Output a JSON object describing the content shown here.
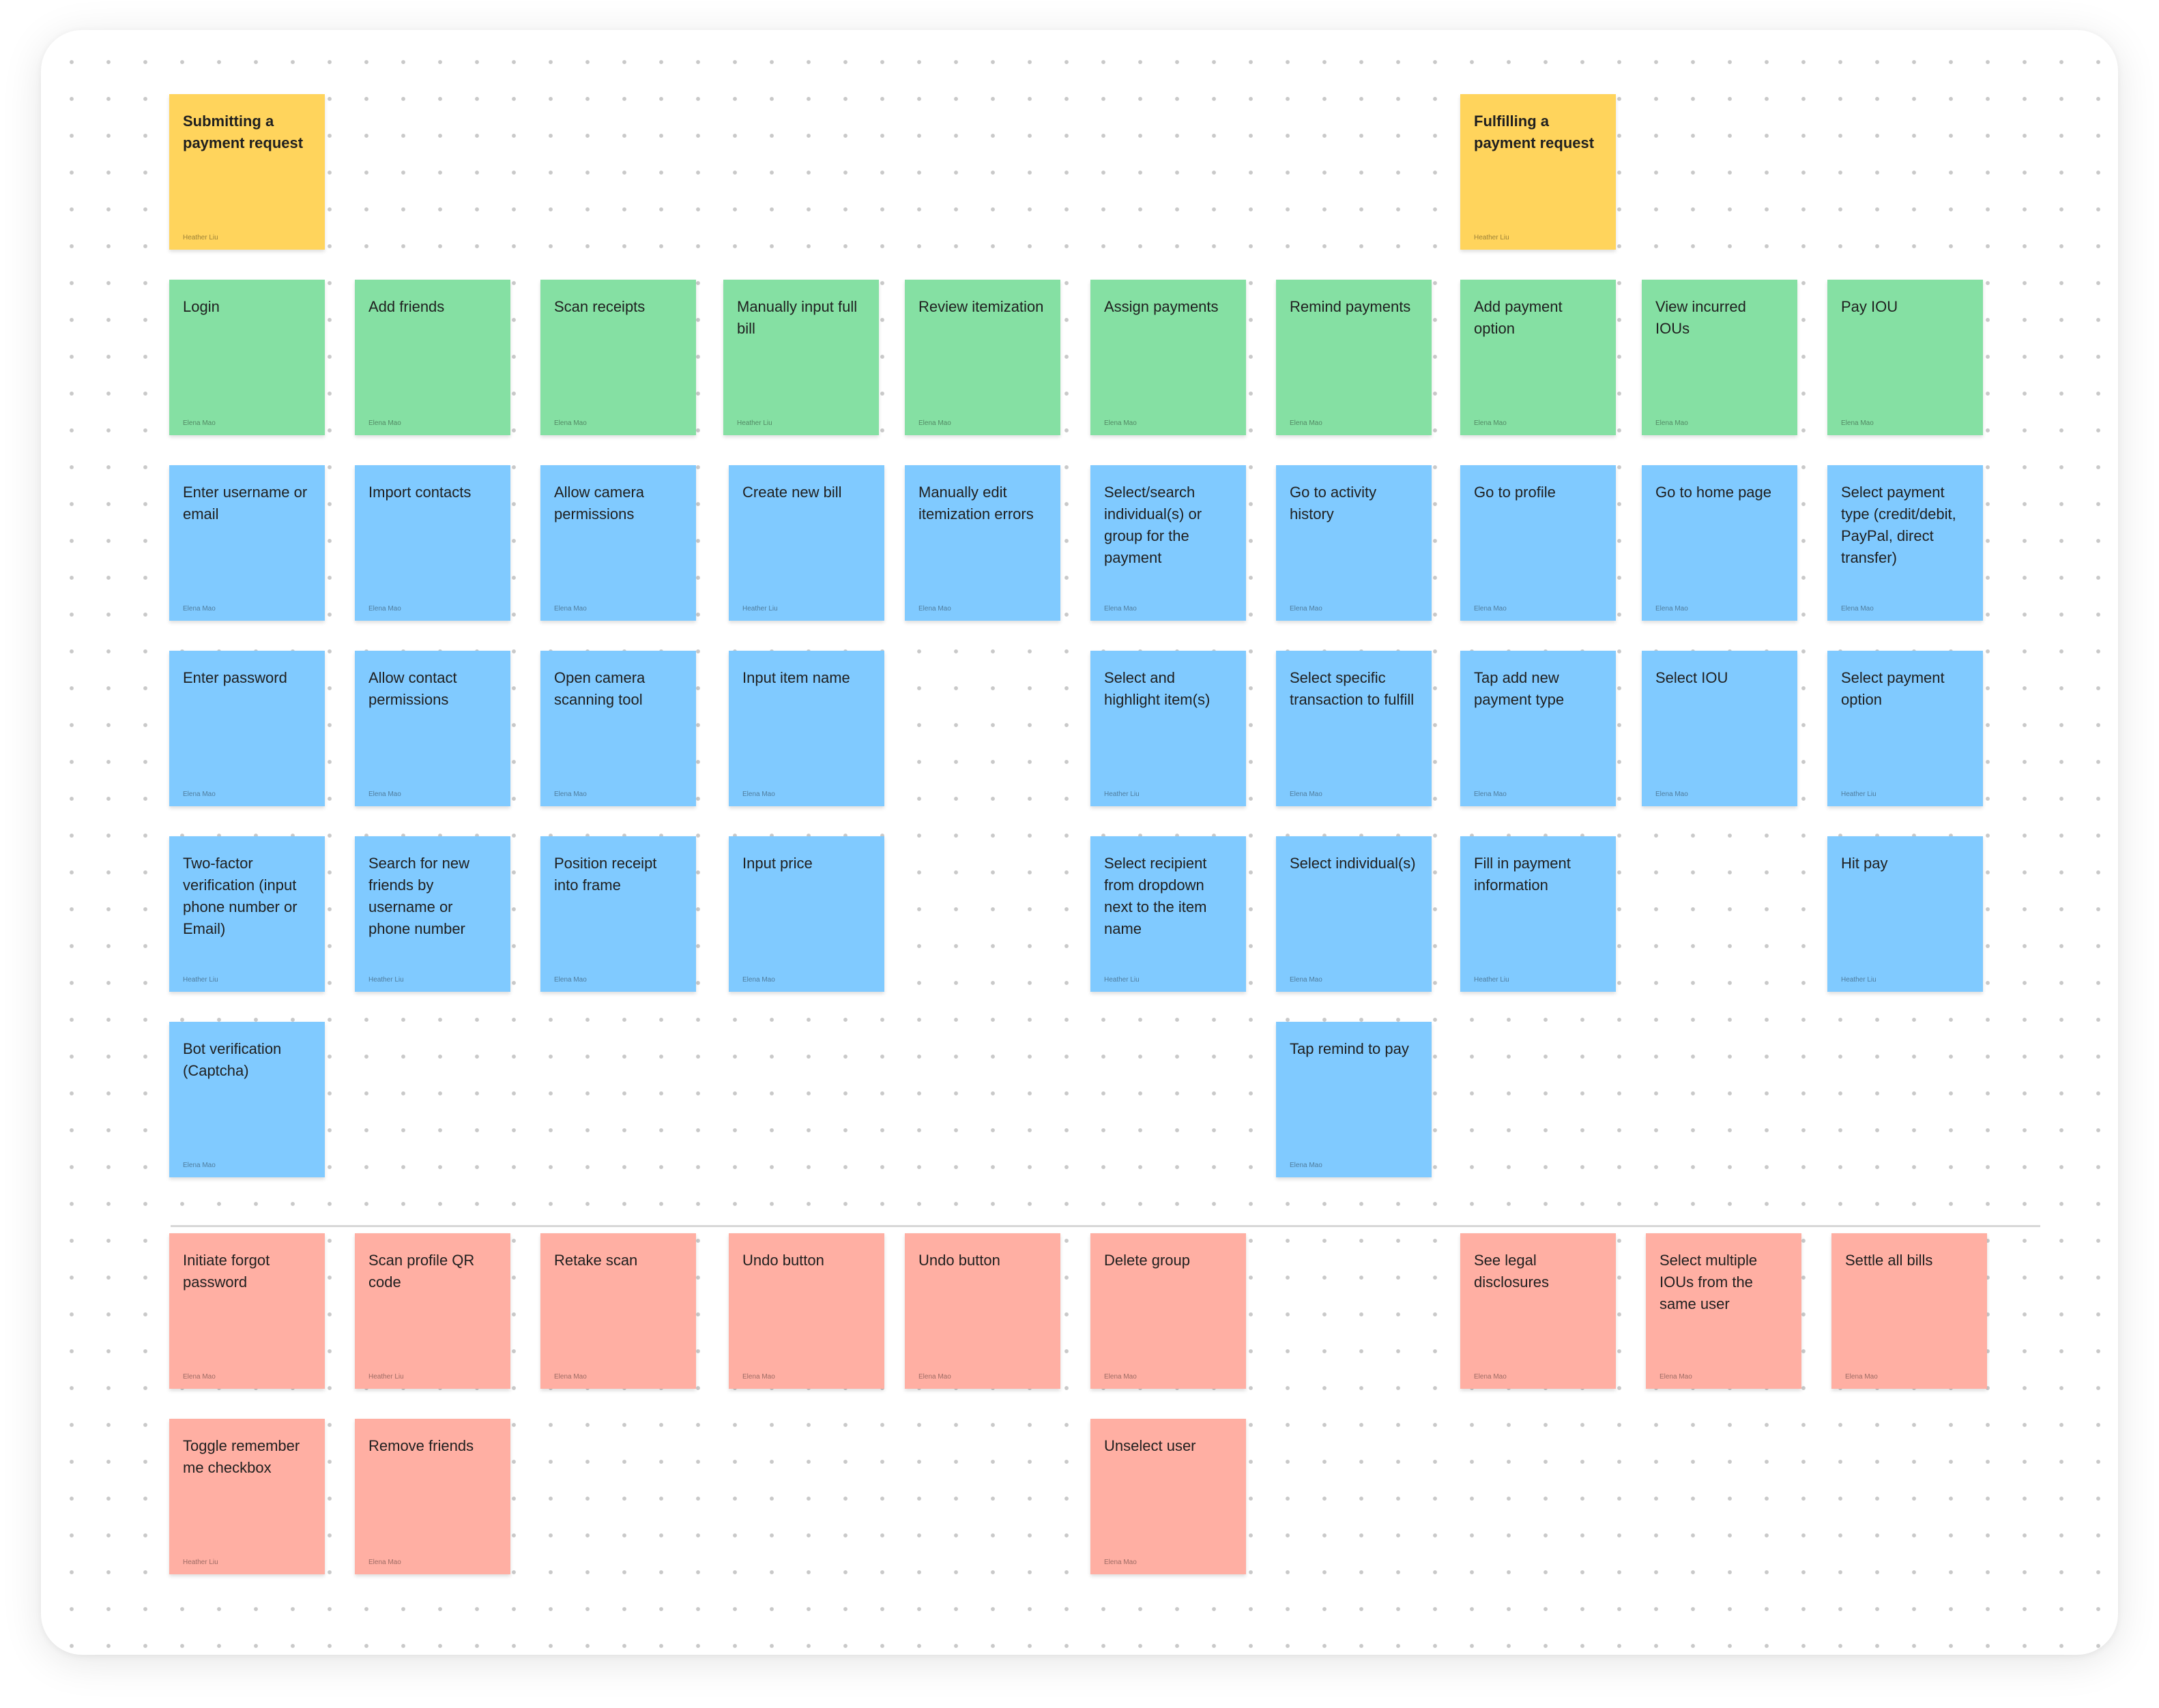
{
  "colors": {
    "section_header": "#ffd45c",
    "activity": "#85e0a3",
    "task": "#80caff",
    "edge_case": "#ffafa3"
  },
  "headers": {
    "submitting": {
      "text": "Submitting a payment request",
      "author": "Heather Liu"
    },
    "fulfilling": {
      "text": "Fulfilling a payment request",
      "author": "Heather Liu"
    }
  },
  "activities": [
    {
      "text": "Login",
      "author": "Elena Mao"
    },
    {
      "text": "Add friends",
      "author": "Elena Mao"
    },
    {
      "text": "Scan receipts",
      "author": "Elena Mao"
    },
    {
      "text": "Manually input full bill",
      "author": "Heather Liu"
    },
    {
      "text": "Review itemization",
      "author": "Elena Mao"
    },
    {
      "text": "Assign payments",
      "author": "Elena Mao"
    },
    {
      "text": "Remind payments",
      "author": "Elena Mao"
    },
    {
      "text": "Add payment option",
      "author": "Elena Mao"
    },
    {
      "text": "View incurred IOUs",
      "author": "Elena Mao"
    },
    {
      "text": "Pay IOU",
      "author": "Elena Mao"
    }
  ],
  "tasks": {
    "row1": [
      {
        "text": "Enter username or email",
        "author": "Elena Mao"
      },
      {
        "text": "Import contacts",
        "author": "Elena Mao"
      },
      {
        "text": "Allow camera permissions",
        "author": "Elena Mao"
      },
      {
        "text": "Create new bill",
        "author": "Heather Liu"
      },
      {
        "text": "Manually edit itemization errors",
        "author": "Elena Mao"
      },
      {
        "text": "Select/search individual(s) or group for the payment",
        "author": "Elena Mao"
      },
      {
        "text": "Go to activity history",
        "author": "Elena Mao"
      },
      {
        "text": "Go to profile",
        "author": "Elena Mao"
      },
      {
        "text": "Go to home page",
        "author": "Elena Mao"
      },
      {
        "text": "Select payment type (credit/debit, PayPal, direct transfer)",
        "author": "Elena Mao"
      }
    ],
    "row2": [
      {
        "text": "Enter password",
        "author": "Elena Mao"
      },
      {
        "text": "Allow contact permissions",
        "author": "Elena Mao"
      },
      {
        "text": "Open camera scanning tool",
        "author": "Elena Mao"
      },
      {
        "text": "Input item name",
        "author": "Elena Mao"
      },
      {
        "text": "Select and highlight item(s)",
        "author": "Heather Liu"
      },
      {
        "text": "Select specific transaction to fulfill",
        "author": "Elena Mao"
      },
      {
        "text": "Tap add new payment type",
        "author": "Elena Mao"
      },
      {
        "text": "Select IOU",
        "author": "Elena Mao"
      },
      {
        "text": "Select payment option",
        "author": "Heather Liu"
      }
    ],
    "row3": [
      {
        "text": "Two-factor verification (input phone number or Email)",
        "author": "Heather Liu"
      },
      {
        "text": "Search for new friends by username or phone number",
        "author": "Heather Liu"
      },
      {
        "text": "Position receipt into frame",
        "author": "Elena Mao"
      },
      {
        "text": "Input price",
        "author": "Elena Mao"
      },
      {
        "text": "Select recipient from dropdown next to the item name",
        "author": "Heather Liu"
      },
      {
        "text": "Select individual(s)",
        "author": "Elena Mao"
      },
      {
        "text": "Fill in payment information",
        "author": "Heather Liu"
      },
      {
        "text": "Hit pay",
        "author": "Heather Liu"
      }
    ],
    "row4": [
      {
        "text": "Bot verification (Captcha)",
        "author": "Elena Mao"
      },
      {
        "text": "Tap remind to pay",
        "author": "Elena Mao"
      }
    ]
  },
  "edge_cases": {
    "row1": [
      {
        "text": "Initiate forgot password",
        "author": "Elena Mao"
      },
      {
        "text": "Scan profile QR code",
        "author": "Heather Liu"
      },
      {
        "text": "Retake scan",
        "author": "Elena Mao"
      },
      {
        "text": "Undo button",
        "author": "Elena Mao"
      },
      {
        "text": "Undo button",
        "author": "Elena Mao"
      },
      {
        "text": "Delete group",
        "author": "Elena Mao"
      },
      {
        "text": "See legal disclosures",
        "author": "Elena Mao"
      },
      {
        "text": "Select multiple IOUs from the same user",
        "author": "Elena Mao"
      },
      {
        "text": "Settle all bills",
        "author": "Elena Mao"
      }
    ],
    "row2": [
      {
        "text": "Toggle remember me checkbox",
        "author": "Heather Liu"
      },
      {
        "text": "Remove friends",
        "author": "Elena Mao"
      },
      {
        "text": "Unselect user",
        "author": "Elena Mao"
      }
    ]
  }
}
